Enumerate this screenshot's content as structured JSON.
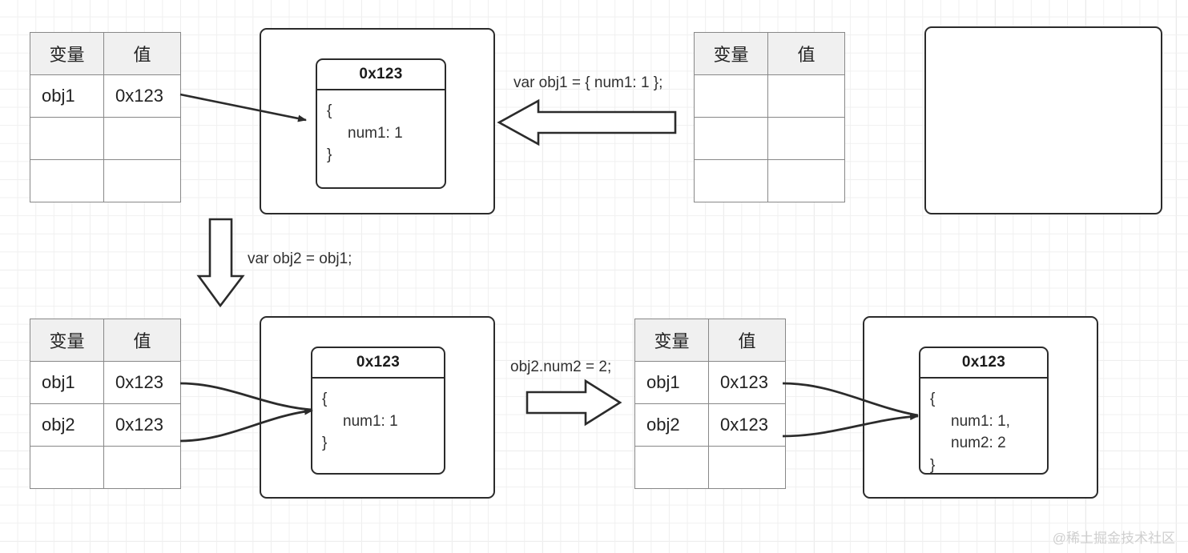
{
  "diagram": {
    "title": "JavaScript object reference assignment memory diagram",
    "watermark": "@稀土掘金技术社区",
    "colors": {
      "stroke": "#2b2b2b",
      "table_border": "#888888",
      "header_fill": "#f0f0f0",
      "grid_minor": "#f0f0f0",
      "grid_major": "#e2e2e2",
      "text": "#222222",
      "watermark": "#cfcfcf"
    }
  },
  "tables": {
    "headers": {
      "variable": "变量",
      "value": "值"
    },
    "top_left": {
      "rows": [
        {
          "variable": "obj1",
          "value": "0x123"
        },
        {
          "variable": "",
          "value": ""
        },
        {
          "variable": "",
          "value": ""
        }
      ]
    },
    "top_right": {
      "rows": [
        {
          "variable": "",
          "value": ""
        },
        {
          "variable": "",
          "value": ""
        },
        {
          "variable": "",
          "value": ""
        }
      ]
    },
    "bottom_left": {
      "rows": [
        {
          "variable": "obj1",
          "value": "0x123"
        },
        {
          "variable": "obj2",
          "value": "0x123"
        },
        {
          "variable": "",
          "value": ""
        }
      ]
    },
    "bottom_right": {
      "rows": [
        {
          "variable": "obj1",
          "value": "0x123"
        },
        {
          "variable": "obj2",
          "value": "0x123"
        },
        {
          "variable": "",
          "value": ""
        }
      ]
    }
  },
  "heap": {
    "top_left_box": {
      "address": "0x123",
      "open_brace": "{",
      "properties": [
        "num1: 1"
      ],
      "close_brace": "}"
    },
    "top_right_box": {
      "empty": true
    },
    "bottom_left_box": {
      "address": "0x123",
      "open_brace": "{",
      "properties": [
        "num1: 1"
      ],
      "close_brace": "}"
    },
    "bottom_right_box": {
      "address": "0x123",
      "open_brace": "{",
      "properties": [
        "num1: 1,",
        "num2: 2"
      ],
      "close_brace": "}"
    }
  },
  "code_labels": {
    "declare_obj1": "var obj1 = { num1: 1 };",
    "assign_obj2": "var obj2 = obj1;",
    "mutate_obj2": "obj2.num2 = 2;"
  }
}
